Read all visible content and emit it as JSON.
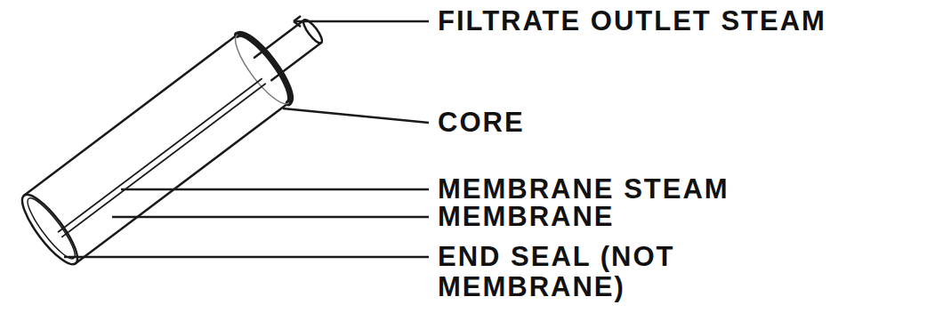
{
  "diagram": {
    "labels": [
      "FILTRATE OUTLET STEAM",
      "CORE",
      "MEMBRANE STEAM",
      "MEMBRANE",
      "END SEAL (NOT MEMBRANE)"
    ]
  }
}
